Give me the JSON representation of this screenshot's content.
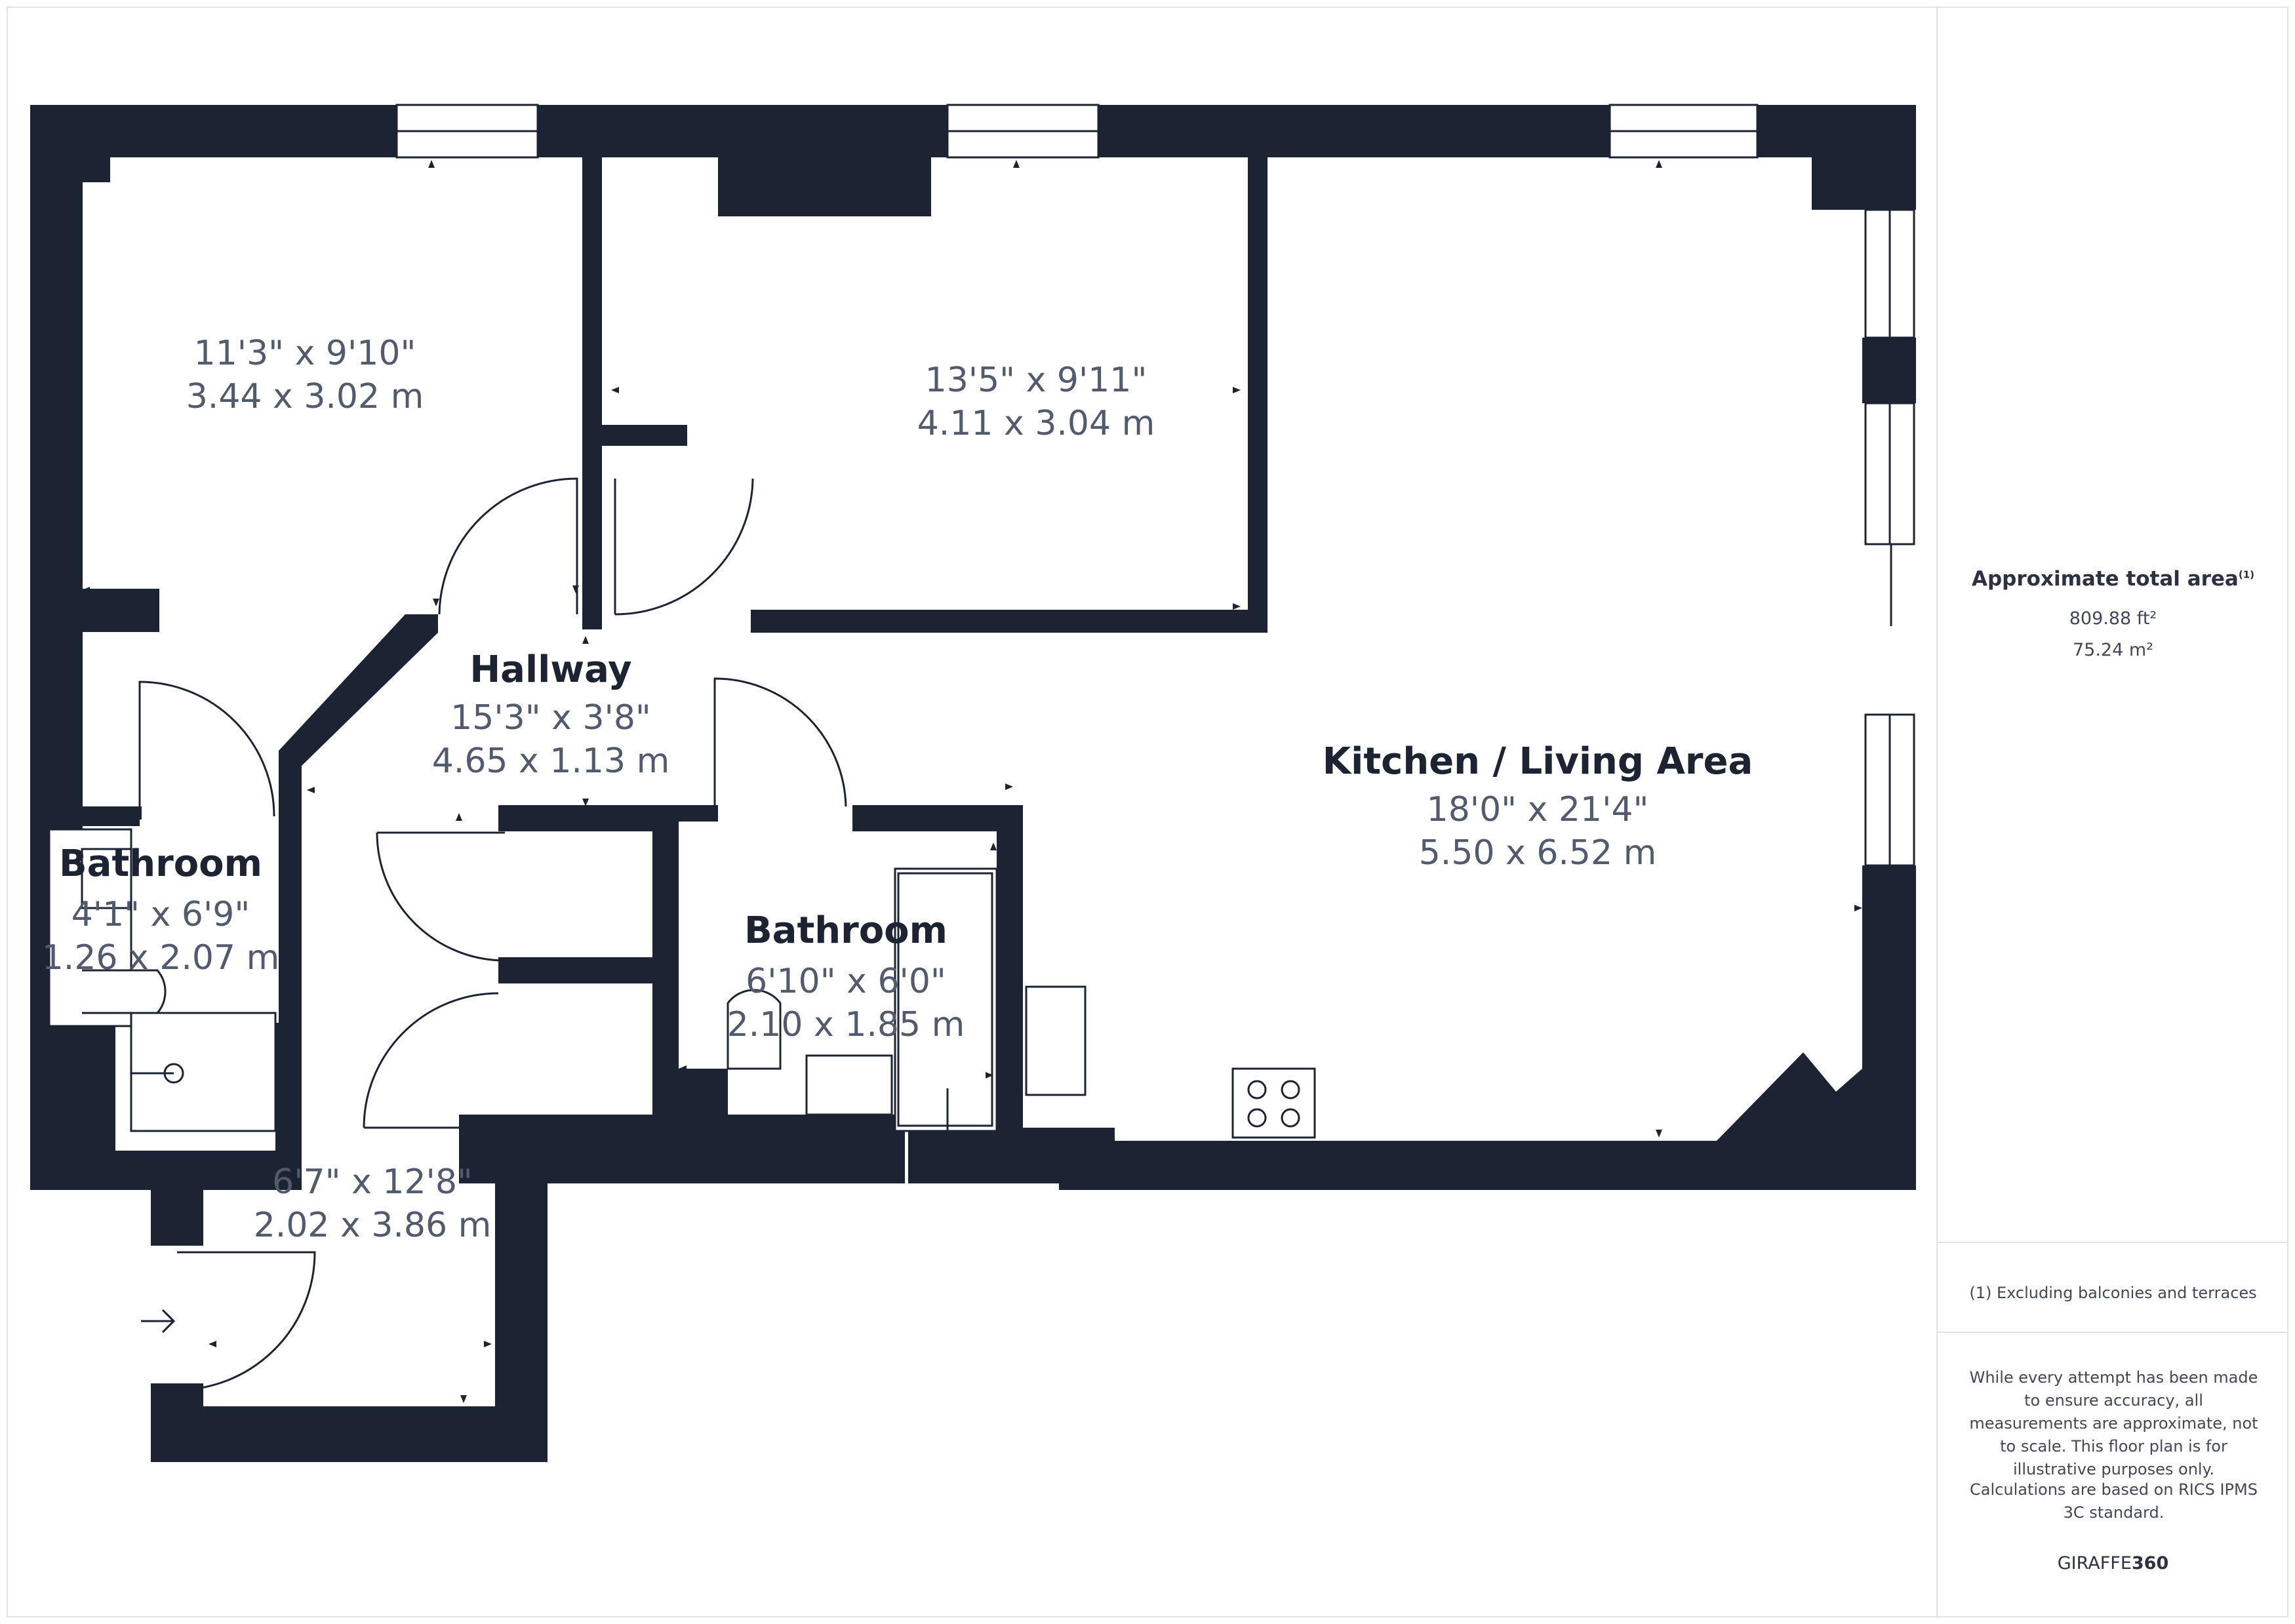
{
  "rooms": [
    {
      "name": "",
      "imperial": "11'3\" x 9'10\"",
      "metric": "3.44 x 3.02 m"
    },
    {
      "name": "",
      "imperial": "13'5\" x 9'11\"",
      "metric": "4.11 x 3.04 m"
    },
    {
      "name": "Hallway",
      "imperial": "15'3\" x 3'8\"",
      "metric": "4.65 x 1.13 m"
    },
    {
      "name": "Kitchen / Living Area",
      "imperial": "18'0\" x 21'4\"",
      "metric": "5.50 x 6.52 m"
    },
    {
      "name": "Bathroom",
      "imperial": "4'1\" x 6'9\"",
      "metric": "1.26 x 2.07 m"
    },
    {
      "name": "Bathroom",
      "imperial": "6'10\" x 6'0\"",
      "metric": "2.10 x 1.85 m"
    },
    {
      "name": "",
      "imperial": "6'7\" x 12'8\"",
      "metric": "2.02 x 3.86 m"
    }
  ],
  "summary": {
    "title": "Approximate total area",
    "note_marker": "(1)",
    "area_ft": "809.88 ft²",
    "area_m": "75.24 m²",
    "footnote": "(1) Excluding balconies and terraces",
    "disclaimer": "While every attempt has been made to ensure accuracy, all measurements are approximate, not to scale. This floor plan is for illustrative purposes only.",
    "calc_note": "Calculations are based on RICS IPMS 3C standard.",
    "brand_prefix": "GIRAFFE",
    "brand_suffix": "360"
  },
  "colors": {
    "wall": "#1c2433",
    "panel_line": "#e1e3e6",
    "text": "#2d3142"
  }
}
